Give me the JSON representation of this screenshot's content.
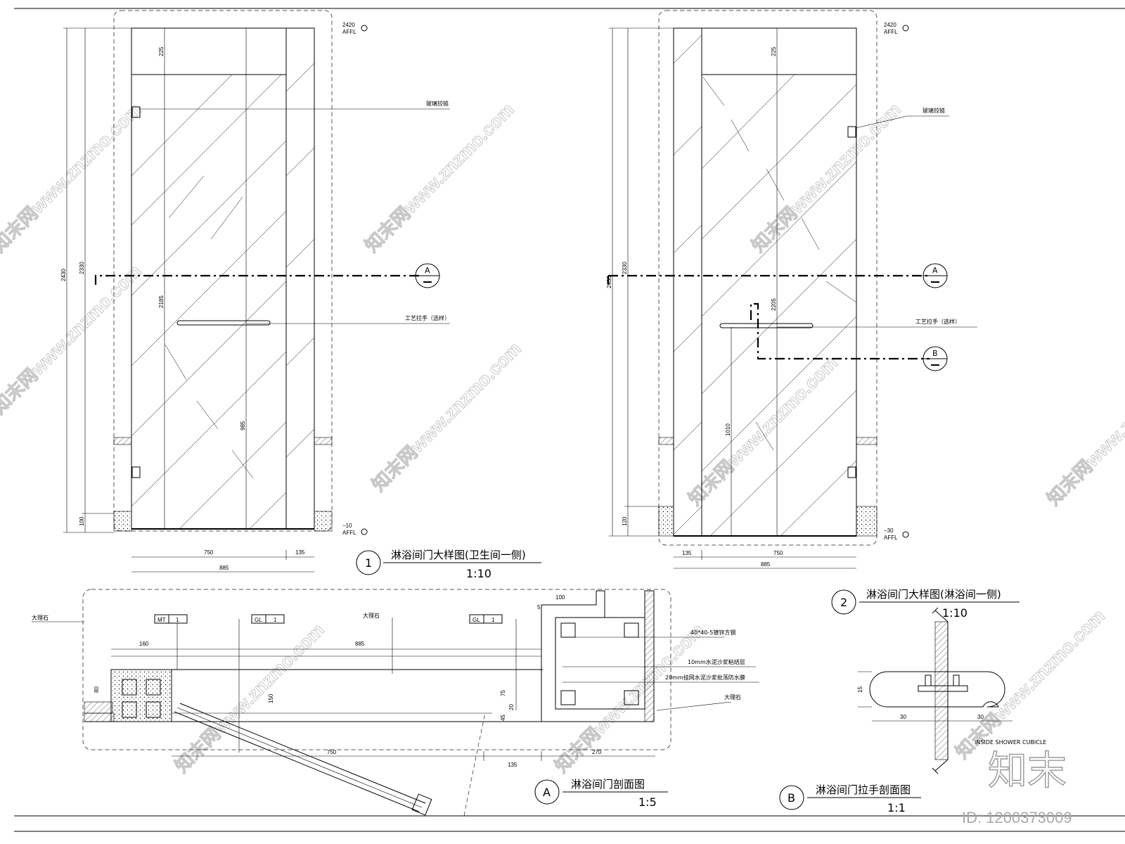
{
  "elev1": {
    "top_level": "2420",
    "bottom_level": "−10",
    "affl": "AFFL",
    "dim_overall": "2430",
    "dim_height": "2330",
    "dim_transom": "225",
    "dim_handle_height": "2185",
    "dim_handle_to_floor": "985",
    "dim_base": "100",
    "dim_leaf": "750",
    "dim_side": "135",
    "dim_total": "885",
    "note_hinge": "玻璃铰链",
    "note_handle": "工艺拉手（选样）",
    "section_marker": "A",
    "title_number": "1",
    "title": "淋浴间门大样图(卫生间一侧)",
    "scale": "1:10"
  },
  "elev2": {
    "top_level": "2420",
    "bottom_level": "−30",
    "affl": "AFFL",
    "dim_overall": "2450",
    "dim_height": "2330",
    "dim_transom": "225",
    "dim_handle_height": "2205",
    "dim_handle_to_floor": "1010",
    "dim_base": "120",
    "dim_side": "135",
    "dim_leaf": "750",
    "dim_total": "885",
    "note_hinge": "玻璃铰链",
    "note_handle": "工艺拉手（选样）",
    "section_marker_a": "A",
    "section_marker_b": "B",
    "title_number": "2",
    "title": "淋浴间门大样图(淋浴间一侧)",
    "scale": "1:10"
  },
  "section_a": {
    "note_marble_left": "大理石",
    "tag_mt": "MT",
    "tag_mt_no": "1",
    "tag_gl": "GL",
    "tag_gl_no": "1",
    "tag_gl2": "GL",
    "tag_gl2_no": "1",
    "note_marble_mid": "大理石",
    "note_steel": "40*40-5镀锌方钢",
    "note_mortar": "10mm水泥沙浆粘结层",
    "note_waterproof": "20mm挂网水泥沙浆批荡防水膜",
    "note_marble_right": "大理石",
    "dim_160": "160",
    "dim_885": "885",
    "dim_80": "80",
    "dim_150": "150",
    "dim_75": "75",
    "dim_20": "20",
    "dim_45": "45",
    "dim_100": "100",
    "dim_5": "5",
    "dim_750": "750",
    "dim_135": "135",
    "dim_270": "270",
    "title_marker": "A",
    "title": "淋浴间门剖面图",
    "scale": "1:5"
  },
  "section_b": {
    "dim_15": "15",
    "dim_30a": "30",
    "dim_30b": "30",
    "note_inside": "INSIDE SHOWER CUBICLE",
    "title_marker": "B",
    "title": "淋浴间门拉手剖面图",
    "scale": "1:1"
  },
  "watermark": {
    "text": "知末网www.znzmo.com",
    "logo": "知末",
    "id": "ID: 1200373009"
  }
}
